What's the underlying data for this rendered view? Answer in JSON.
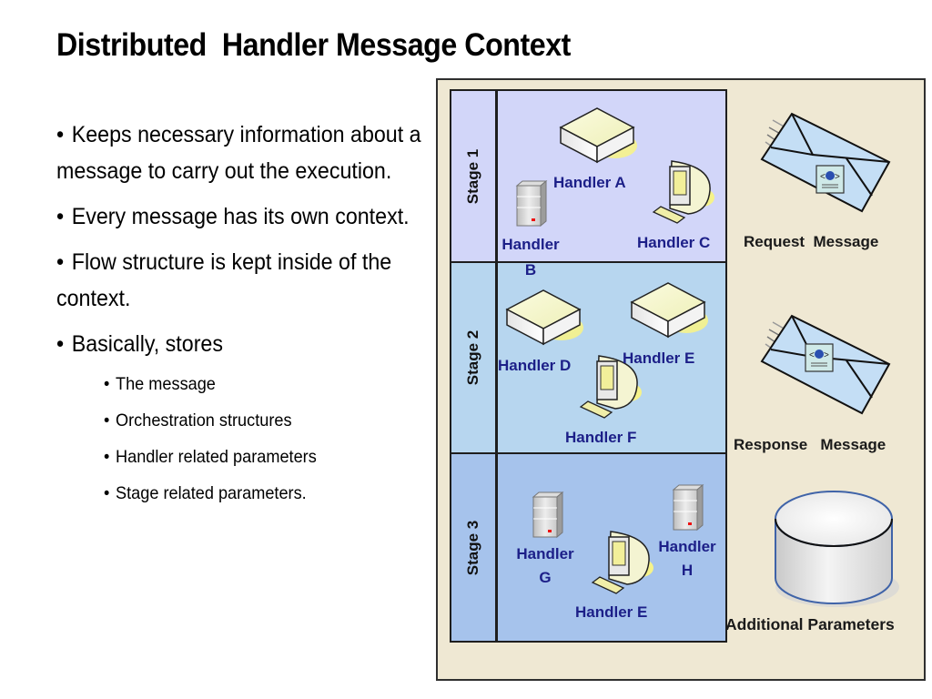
{
  "slide": {
    "title": "Distributed  Handler Message Context",
    "bullets": [
      {
        "text": "Keeps necessary information about a message to carry out the execution."
      },
      {
        "text": "Every message has its own context."
      },
      {
        "text": "Flow structure is kept inside of the context."
      },
      {
        "text": "Basically, stores"
      }
    ],
    "sub_bullets": [
      {
        "text": "The message"
      },
      {
        "text": "Orchestration structures"
      },
      {
        "text": "Handler related parameters"
      },
      {
        "text": "Stage related parameters."
      }
    ],
    "bullet_glyph": "•"
  },
  "diagram": {
    "stages": [
      {
        "label": "Stage 1",
        "handlers": [
          {
            "label": "Handler A",
            "icon": "appliance-icon"
          },
          {
            "label": "Handler B",
            "icon": "server-tower-icon"
          },
          {
            "label": "Handler C",
            "icon": "workstation-icon"
          }
        ]
      },
      {
        "label": "Stage 2",
        "handlers": [
          {
            "label": "Handler D",
            "icon": "appliance-icon"
          },
          {
            "label": "Handler E",
            "icon": "appliance-icon"
          },
          {
            "label": "Handler F",
            "icon": "workstation-icon"
          }
        ]
      },
      {
        "label": "Stage 3",
        "handlers": [
          {
            "label": "Handler G",
            "icon": "server-tower-icon"
          },
          {
            "label": "Handler H",
            "icon": "server-tower-icon"
          },
          {
            "label": "Handler E",
            "icon": "workstation-icon"
          }
        ]
      }
    ],
    "handler_b_lines": [
      "Handler",
      "B"
    ],
    "handler_g_lines": [
      "Handler",
      "G"
    ],
    "handler_h_lines": [
      "Handler",
      "H"
    ],
    "request_label": "Request  Message",
    "response_label": "Response   Message",
    "params_label": "Additional Parameters",
    "colors": {
      "stage1": "#d2d6f9",
      "stage2": "#b7d6ef",
      "stage3": "#a6c3ec",
      "frame": "#efe8d3",
      "handler_text": "#1c1f88",
      "envelope": "#c4def5"
    }
  }
}
